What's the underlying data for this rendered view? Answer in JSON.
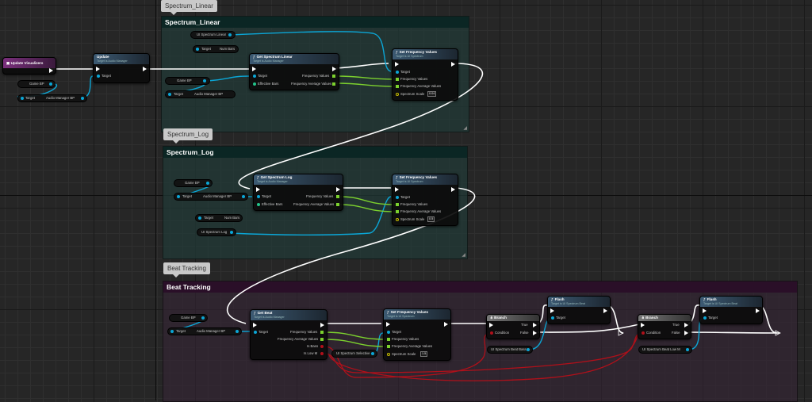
{
  "comments": {
    "spectrum_linear": {
      "bubble": "Spectrum_Linear",
      "title": "Spectrum_Linear"
    },
    "spectrum_log": {
      "bubble": "Spectrum_Log",
      "title": "Spectrum_Log"
    },
    "beat_tracking": {
      "bubble": "Beat Tracking",
      "title": "Beat Tracking"
    }
  },
  "colors": {
    "accent_linear": "#213a38",
    "accent_log": "#213a38",
    "accent_beat": "#352535",
    "exec": "#ffffff",
    "object_pin": "#0ba6d6",
    "array_pin": "#7cd12e",
    "bool_pin": "#b0101a"
  },
  "nodes": {
    "event_update": {
      "title": "Update Visualizers"
    },
    "update": {
      "title": "Update",
      "subtitle": "Target is Audio Manager",
      "target": "Target"
    },
    "game_bp_1": {
      "label": "Game BP"
    },
    "audio_manager_1": {
      "target": "Target",
      "label": "Audio Manager BP"
    },
    "ui_spectrum_linear": {
      "label": "UI Spectrum Linear"
    },
    "num_bars_linear": {
      "target": "Target",
      "label": "Num Bars"
    },
    "game_bp_2": {
      "label": "Game BP"
    },
    "audio_manager_2": {
      "target": "Target",
      "label": "Audio Manager BP"
    },
    "get_spectrum_linear": {
      "title": "Get Spectrum Linear",
      "subtitle": "Target is Audio Manager",
      "target": "Target",
      "effective_bars": "Effective Bars",
      "frequency_values": "Frequency Values",
      "frequency_average_values": "Frequency Average Values"
    },
    "set_freq_linear": {
      "title": "Set Frequency Values",
      "subtitle": "Target is UI Spectrum",
      "target": "Target",
      "frequency_values": "Frequency Values",
      "frequency_average_values": "Frequency Average Values",
      "spectrum_scale": "Spectrum Scale",
      "spectrum_scale_value": "0.04"
    },
    "game_bp_3": {
      "label": "Game BP"
    },
    "audio_manager_3": {
      "target": "Target",
      "label": "Audio Manager BP"
    },
    "num_bars_log": {
      "target": "Target",
      "label": "Num Bars"
    },
    "ui_spectrum_log": {
      "label": "UI Spectrum Log"
    },
    "get_spectrum_log": {
      "title": "Get Spectrum Log",
      "subtitle": "Target is Audio Manager",
      "target": "Target",
      "effective_bars": "Effective Bars",
      "frequency_values": "Frequency Values",
      "frequency_average_values": "Frequency Average Values"
    },
    "set_freq_log": {
      "title": "Set Frequency Values",
      "subtitle": "Target is UI Spectrum",
      "target": "Target",
      "frequency_values": "Frequency Values",
      "frequency_average_values": "Frequency Average Values",
      "spectrum_scale": "Spectrum Scale",
      "spectrum_scale_value": "0.5"
    },
    "game_bp_4": {
      "label": "Game BP"
    },
    "audio_manager_4": {
      "target": "Target",
      "label": "Audio Manager BP"
    },
    "get_beat": {
      "title": "Get Beat",
      "subtitle": "Target is Audio Manager",
      "target": "Target",
      "frequency_values": "Frequency Values",
      "frequency_average_values": "Frequency Average Values",
      "is_bass": "Is Bass",
      "is_low_m": "Is Low M"
    },
    "ui_spectrum_selective": {
      "label": "UI Spectrum Selective"
    },
    "set_freq_beat": {
      "title": "Set Frequency Values",
      "subtitle": "Target is UI Spectrum",
      "target": "Target",
      "frequency_values": "Frequency Values",
      "frequency_average_values": "Frequency Average Values",
      "spectrum_scale": "Spectrum Scale",
      "spectrum_scale_value": "1.5"
    },
    "branch_1": {
      "title": "Branch",
      "condition": "Condition",
      "true": "True",
      "false": "False"
    },
    "ui_spectrum_beat_bass": {
      "label": "UI Spectrum Beat Bass"
    },
    "flash_1": {
      "title": "Flash",
      "subtitle": "Target is UI Spectrum Beat",
      "target": "Target"
    },
    "branch_2": {
      "title": "Branch",
      "condition": "Condition",
      "true": "True",
      "false": "False"
    },
    "ui_spectrum_beat_low_m": {
      "label": "UI Spectrum Beat Low M"
    },
    "flash_2": {
      "title": "Flash",
      "subtitle": "Target is UI Spectrum Beat",
      "target": "Target"
    }
  }
}
